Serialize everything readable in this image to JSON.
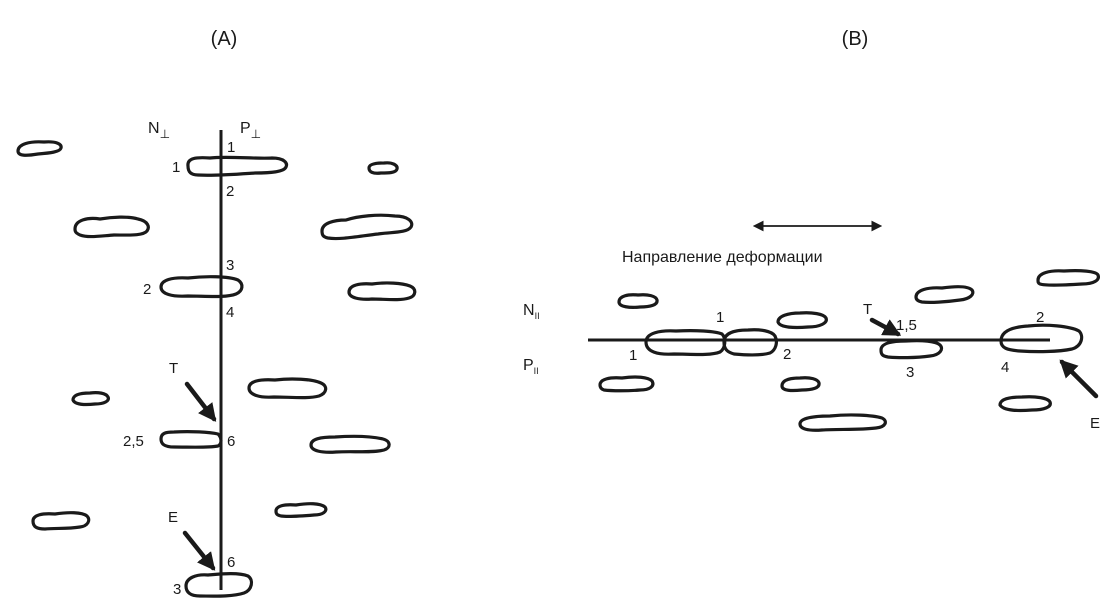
{
  "panel_a": {
    "title": "(A)",
    "label_left": "N",
    "label_right": "P",
    "perp_symbol": "⊥",
    "points": [
      "1",
      "1",
      "2",
      "3",
      "2",
      "4",
      "T",
      "2,5",
      "6",
      "E",
      "6",
      "3"
    ]
  },
  "panel_b": {
    "title": "(B)",
    "direction_label": "Направление деформации",
    "label_top": "N",
    "label_bottom": "P",
    "parallel_symbol": "II",
    "points": [
      "T",
      "1",
      "1,5",
      "2",
      "1",
      "2",
      "3",
      "4",
      "E"
    ]
  }
}
